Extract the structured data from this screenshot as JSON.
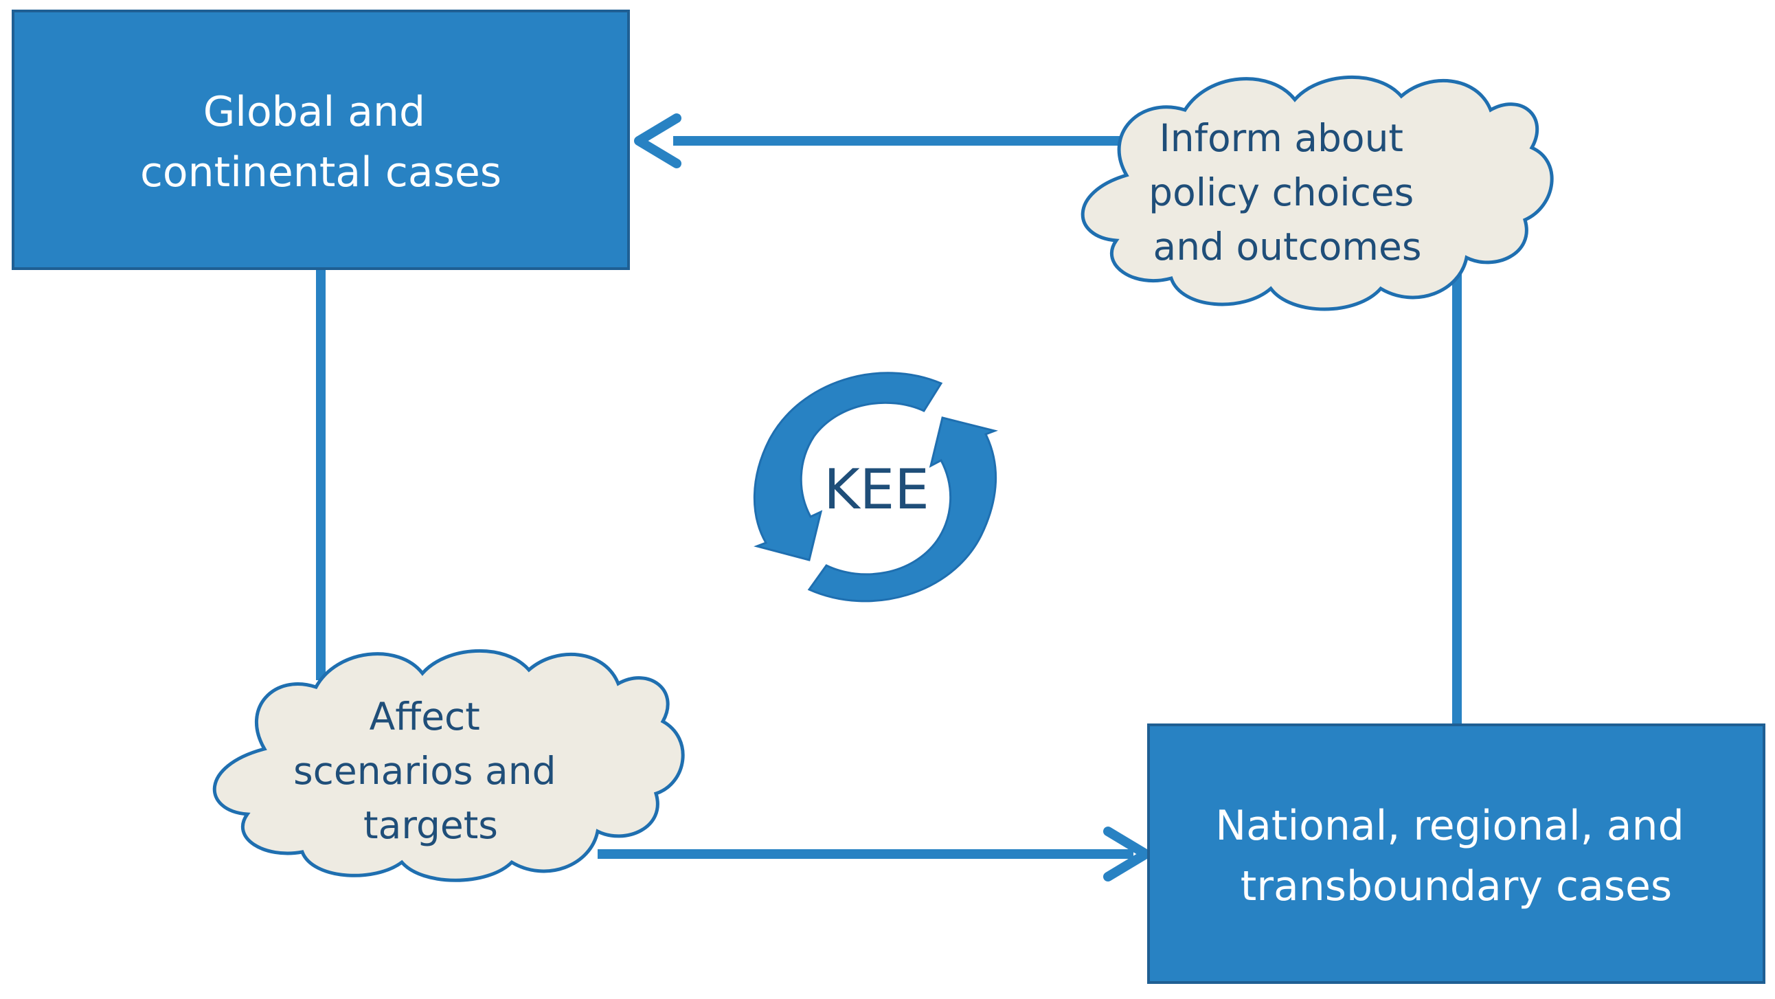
{
  "colors": {
    "box_fill": "#2882c3",
    "box_stroke": "#1f5f93",
    "connector": "#2882c3",
    "cloud_fill": "#eeebe2",
    "cloud_stroke": "#1f6fb0",
    "cycle_fill": "#2882c3",
    "text_dark": "#1f4e79",
    "text_light": "#ffffff"
  },
  "boxes": {
    "global": {
      "lines": [
        "Global and",
        "continental cases"
      ]
    },
    "national": {
      "lines": [
        "National, regional, and",
        "transboundary cases"
      ]
    }
  },
  "clouds": {
    "inform": {
      "lines": [
        "Inform about",
        "policy choices",
        "and outcomes"
      ]
    },
    "affect": {
      "lines": [
        "Affect",
        "scenarios and",
        "targets"
      ]
    }
  },
  "center": {
    "label": "KEE",
    "icon": "refresh-cycle-icon"
  },
  "arrows": {
    "top": "arrow-left-icon",
    "bottom": "arrow-right-icon"
  }
}
